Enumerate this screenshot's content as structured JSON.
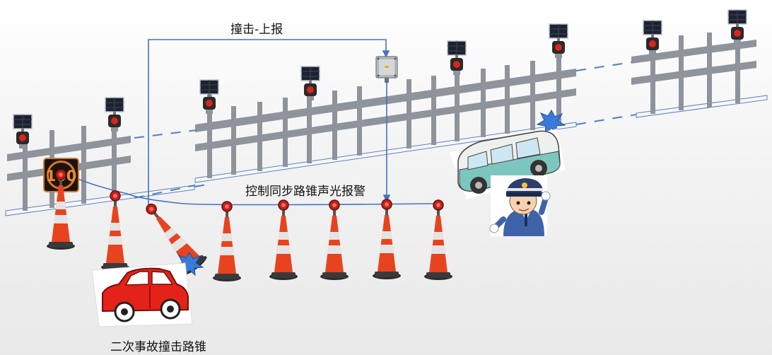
{
  "labels": {
    "collision_report": "撞击-上报",
    "sync_alarm": "控制同步路锥声光报警",
    "secondary_accident": "二次事故撞击路锥"
  },
  "speed_sign": {
    "value": "100"
  },
  "colors": {
    "signal_line": "#4472c4",
    "cone_orange": "#e8431f",
    "cone_stripe": "#e0e0e0",
    "fence": "#8b8f98",
    "fence_rail": "#8e939c",
    "dash_line": "#4f7fc8",
    "car_red": "#e32219",
    "bus_teal": "#7cc6c0",
    "impact_blue": "#3a7ad8"
  },
  "icons": [
    "solar-beacon-icon",
    "traffic-cone-icon",
    "control-box-icon",
    "speed-limit-sign-icon",
    "red-car-icon",
    "minibus-icon",
    "traffic-police-icon",
    "impact-burst-icon"
  ]
}
